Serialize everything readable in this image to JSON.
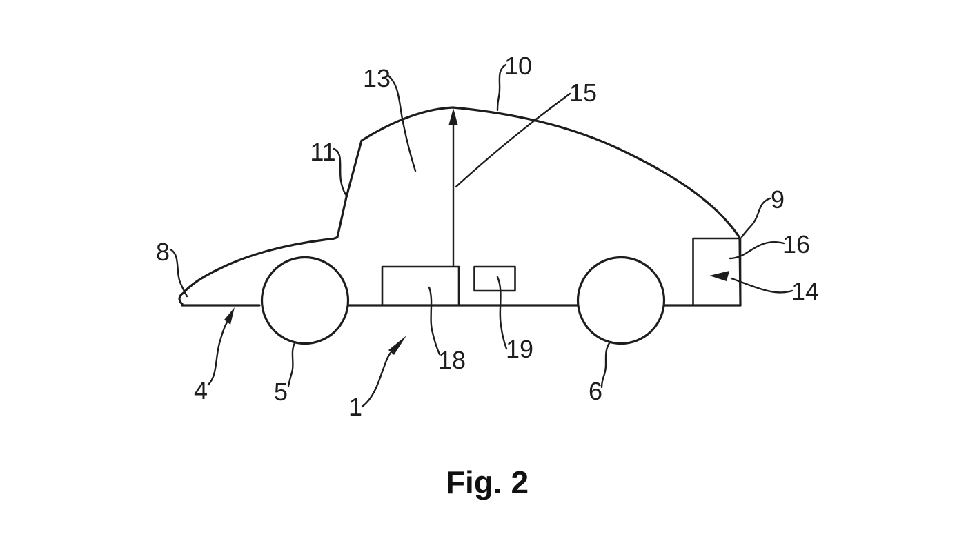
{
  "figure": {
    "caption": "Fig. 2"
  },
  "colors": {
    "ink": "#1d1d1d",
    "background": "#ffffff"
  },
  "reference_labels": [
    {
      "text": "1"
    },
    {
      "text": "4"
    },
    {
      "text": "5"
    },
    {
      "text": "6"
    },
    {
      "text": "8"
    },
    {
      "text": "9"
    },
    {
      "text": "10"
    },
    {
      "text": "11"
    },
    {
      "text": "13"
    },
    {
      "text": "14"
    },
    {
      "text": "15"
    },
    {
      "text": "16"
    },
    {
      "text": "18"
    },
    {
      "text": "19"
    }
  ]
}
